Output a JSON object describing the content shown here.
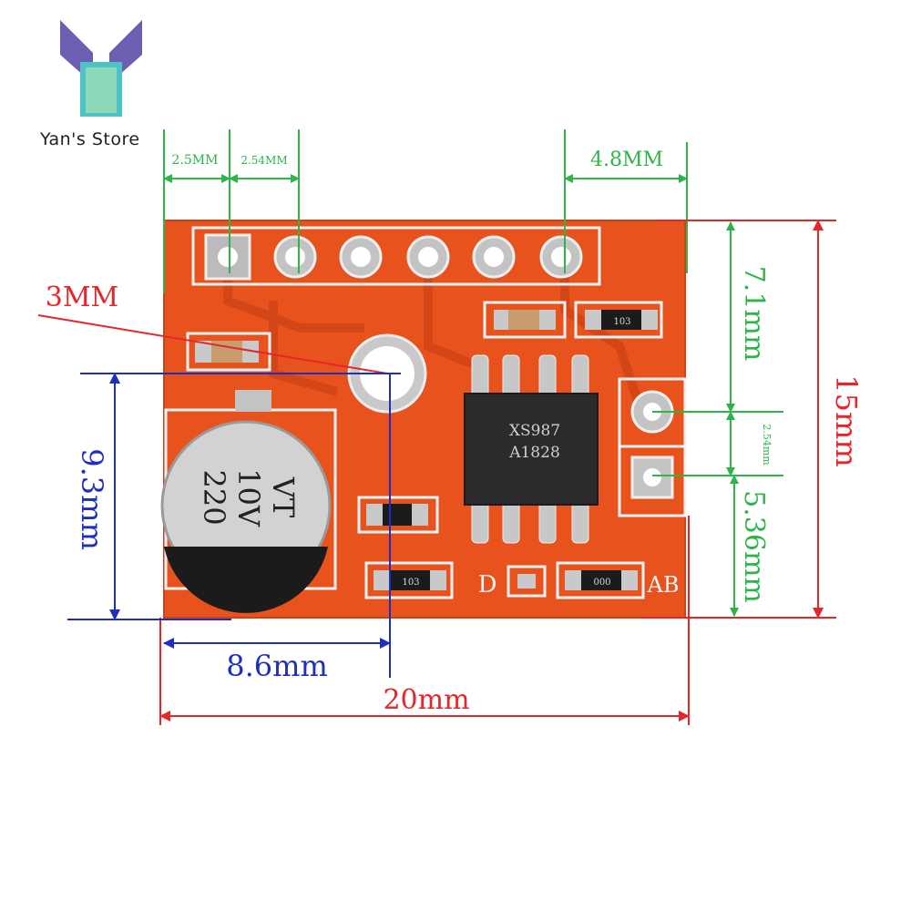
{
  "brand": {
    "name": "Yan's Store",
    "logo_icon": "stylized-y-logo-icon",
    "logo_colors": [
      "#6a5fb0",
      "#4fc3c3",
      "#8bd9b8"
    ]
  },
  "board": {
    "color": "#e8521c",
    "chip_text_line1": "XS987",
    "chip_text_line2": "A1828",
    "capacitor_text_line1": "220",
    "capacitor_text_line2": "10V",
    "capacitor_text_line3": "VT",
    "resistor_label_1": "103",
    "resistor_label_2": "103",
    "resistor_label_3": "000",
    "silk_label_d": "D",
    "silk_label_ab": "AB"
  },
  "dimensions": {
    "pin_pitch_a": "2.5MM",
    "pin_pitch_b": "2.54MM",
    "right_edge_offset": "4.8MM",
    "hole_diameter": "3MM",
    "top_to_pad": "7.1mm",
    "pad_pitch": "2.54mm",
    "pad_to_bottom": "5.36mm",
    "board_height": "15mm",
    "hole_to_bottom": "9.3mm",
    "hole_from_left": "8.6mm",
    "board_width": "20mm"
  },
  "colors": {
    "green": "#2db54a",
    "red": "#e5262a",
    "blue": "#1e2fc0",
    "pad_silver": "#b8b8b8"
  }
}
